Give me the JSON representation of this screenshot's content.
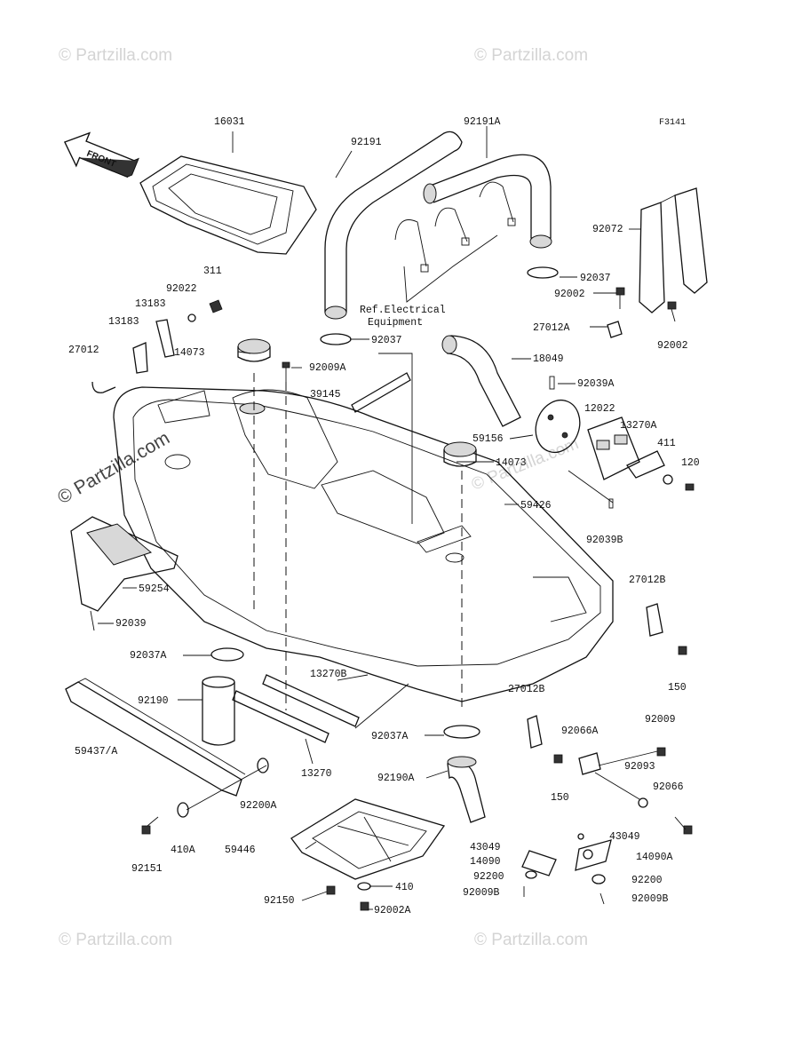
{
  "diagram_code": "F3141",
  "front_label": "FRONT",
  "ref_note": [
    "Ref.Electrical",
    "Equipment"
  ],
  "watermarks": {
    "corner": "© Partzilla.com",
    "diagonal": "© Partzilla.com"
  },
  "parts": {
    "p16031": "16031",
    "p92191": "92191",
    "p92191A": "92191A",
    "p92072": "92072",
    "p92037_top": "92037",
    "p92002_a": "92002",
    "p92002_b": "92002",
    "p27012A": "27012A",
    "p311": "311",
    "p92022": "92022",
    "p13183_a": "13183",
    "p13183_b": "13183",
    "p27012": "27012",
    "p14073_a": "14073",
    "p92009A": "92009A",
    "p92037_mid": "92037",
    "p18049": "18049",
    "p39145": "39145",
    "p92039A": "92039A",
    "p12022": "12022",
    "p13270A": "13270A",
    "p411": "411",
    "p120": "120",
    "p59156": "59156",
    "p14073_b": "14073",
    "p59426": "59426",
    "p92039B": "92039B",
    "p59254": "59254",
    "p92039": "92039",
    "p27012B_a": "27012B",
    "p92037A_a": "92037A",
    "p150_a": "150",
    "p92190": "92190",
    "p13270B": "13270B",
    "p27012B_b": "27012B",
    "p59437A": "59437/A",
    "p92037A_b": "92037A",
    "p92009": "92009",
    "p92066A": "92066A",
    "p13270": "13270",
    "p92093": "92093",
    "p150_b": "150",
    "p92190A": "92190A",
    "p92066": "92066",
    "p92200A": "92200A",
    "p92151": "92151",
    "p410A": "410A",
    "p59446": "59446",
    "p43049_a": "43049",
    "p43049_b": "43049",
    "p14090": "14090",
    "p14090A": "14090A",
    "p92200_a": "92200",
    "p92200_b": "92200",
    "p92009B_a": "92009B",
    "p92009B_b": "92009B",
    "p410": "410",
    "p92150": "92150",
    "p92002A": "92002A"
  }
}
